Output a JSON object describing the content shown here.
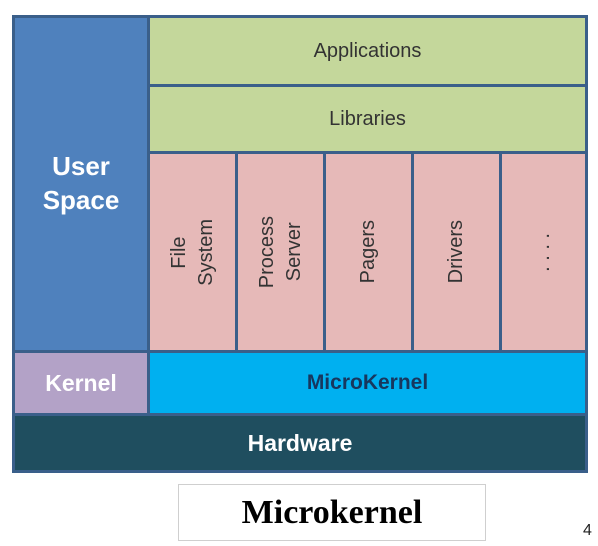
{
  "diagram": {
    "user_space": "User\nSpace",
    "applications": "Applications",
    "libraries": "Libraries",
    "servers": [
      {
        "label": "File\nSystem"
      },
      {
        "label": "Process\nServer"
      },
      {
        "label": "Pagers"
      },
      {
        "label": "Drivers"
      },
      {
        "label": ". . . ."
      }
    ],
    "kernel": "Kernel",
    "microkernel": "MicroKernel",
    "hardware": "Hardware"
  },
  "caption": "Microkernel",
  "page_number": "4",
  "colors": {
    "border": "#3a5f8a",
    "user_space": "#4f81bd",
    "applications": "#c4d79b",
    "libraries": "#c4d79b",
    "servers": "#e6b9b8",
    "kernel": "#b3a2c7",
    "microkernel": "#00b0f0",
    "hardware": "#1f4e5f"
  }
}
